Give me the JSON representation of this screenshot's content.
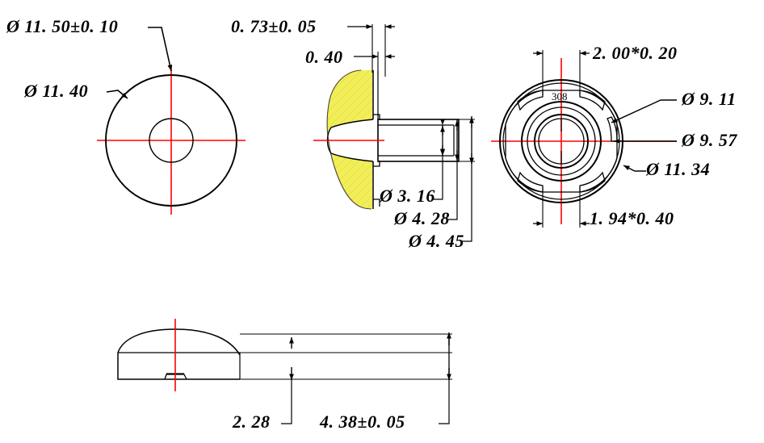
{
  "drawing": {
    "title": "Mechanical part engineering drawing — 4 views",
    "units": "mm",
    "background_color": "#ffffff",
    "line_color": "#000000",
    "centerline_color": "#ff0000",
    "section_fill_color": "#f2ee58",
    "part_marking": "308"
  },
  "views": {
    "top_left": {
      "name": "front-circular-view",
      "labels": {
        "outer_diameter": "Ø 11. 50±0. 10",
        "inner_step_diameter": "Ø 11. 40"
      }
    },
    "section": {
      "name": "cross-section-view",
      "labels": {
        "head_height": "0. 73±0. 05",
        "flange_thickness": "0. 40",
        "bore_small": "Ø 3. 16",
        "bore_mid": "Ø 4. 28",
        "bore_large": "Ø 4. 45"
      }
    },
    "top_right": {
      "name": "rear-circular-view",
      "marking": "308",
      "labels": {
        "slot_top": "2. 00*0. 20",
        "slot_bottom": "1. 94*0. 40",
        "notch_diameter": "Ø 9. 11",
        "ring_diameter": "Ø 9. 57",
        "outer_diameter": "Ø 11. 34"
      }
    },
    "bottom": {
      "name": "side-profile-view",
      "labels": {
        "dome_height": "2. 28",
        "total_height": "4. 38±0. 05"
      }
    }
  }
}
